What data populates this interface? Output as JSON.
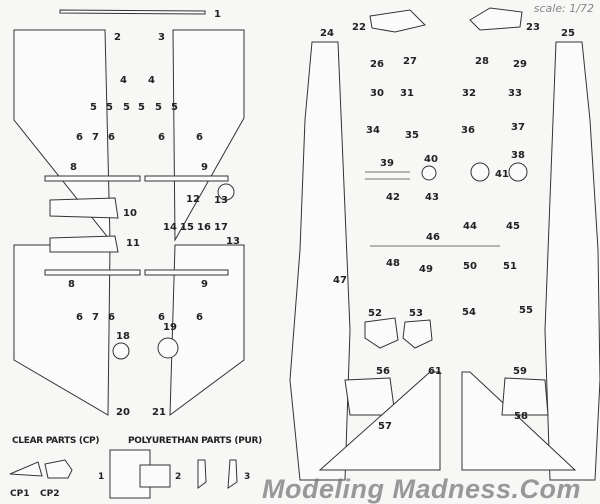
{
  "scale_label": "scale: 1/72",
  "part_numbers": [
    "1",
    "2",
    "3",
    "4",
    "5",
    "6",
    "7",
    "8",
    "9",
    "10",
    "11",
    "12",
    "13",
    "14",
    "15",
    "16",
    "17",
    "18",
    "19",
    "20",
    "21",
    "22",
    "23",
    "24",
    "25",
    "26",
    "27",
    "28",
    "29",
    "30",
    "31",
    "32",
    "33",
    "34",
    "35",
    "36",
    "37",
    "38",
    "39",
    "40",
    "41",
    "42",
    "43",
    "44",
    "45",
    "46",
    "47",
    "48",
    "49",
    "50",
    "51",
    "52",
    "53",
    "54",
    "55",
    "56",
    "57",
    "58",
    "59",
    "61"
  ],
  "clear_parts": {
    "heading": "CLEAR PARTS (CP)",
    "items": [
      "CP1",
      "CP2"
    ]
  },
  "polyurethan_parts": {
    "heading": "POLYURETHAN PARTS (PUR)",
    "items": [
      "1",
      "2",
      "3"
    ]
  },
  "watermark": "Modeling Madness.Com"
}
